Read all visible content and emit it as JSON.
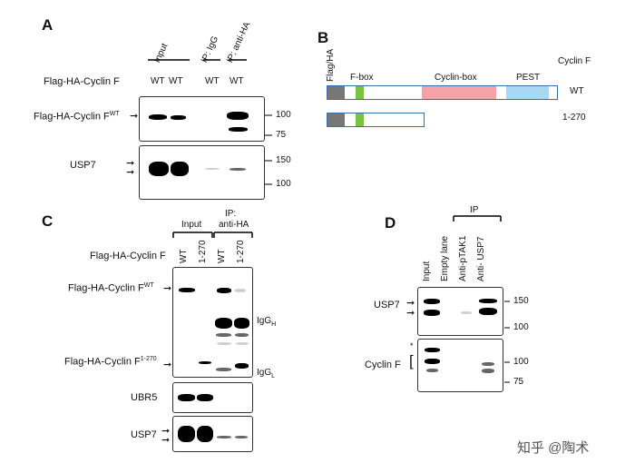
{
  "panels": {
    "A": "A",
    "B": "B",
    "C": "C",
    "D": "D"
  },
  "panel_a": {
    "group_input": "Input",
    "group_ip_igg": "IP: IgG",
    "group_ip_ha": "IP: anti-HA",
    "row_label": "Flag-HA-Cyclin F",
    "lanes": [
      "WT",
      "WT",
      "WT",
      "WT"
    ],
    "blot1_label_main": "Flag-HA-Cyclin F",
    "blot1_label_sup": "WT",
    "blot2_label": "USP7",
    "mw": [
      "100",
      "75",
      "150",
      "100"
    ]
  },
  "panel_b": {
    "n_term_tag": "Flag/HA",
    "fbox": "F-box",
    "cyclinbox": "Cyclin-box",
    "pest": "PEST",
    "protein": "Cyclin F",
    "wt": "WT",
    "trunc": "1-270",
    "colors": {
      "tag": "#777777",
      "fbox": "#7cc242",
      "body": "#ffffff",
      "outline": "#3a6ea5",
      "cyclin": "#f4a3a8",
      "pest": "#a9d8f5"
    }
  },
  "panel_c": {
    "group_input": "Input",
    "group_ip": "IP:",
    "group_ip2": "anti-HA",
    "row_label": "Flag-HA-Cyclin F",
    "lanes": [
      "WT",
      "1-270",
      "WT",
      "1-270"
    ],
    "label_wt_main": "Flag-HA-Cyclin F",
    "label_wt_sup": "WT",
    "label_270_main": "Flag-HA-Cyclin F",
    "label_270_sup": "1-270",
    "igg_h": "IgG",
    "igg_h_sub": "H",
    "igg_l": "IgG",
    "igg_l_sub": "L",
    "ubr5": "UBR5",
    "usp7": "USP7"
  },
  "panel_d": {
    "ip": "IP",
    "lanes": [
      "Input",
      "Empty lane",
      "Anti-pTAK1",
      "Anti- USP7"
    ],
    "usp7": "USP7",
    "cyclinf": "Cyclin F",
    "star": "*",
    "bracket": "[",
    "mw": [
      "150",
      "100",
      "100",
      "75"
    ]
  },
  "watermark": "知乎 @陶术"
}
